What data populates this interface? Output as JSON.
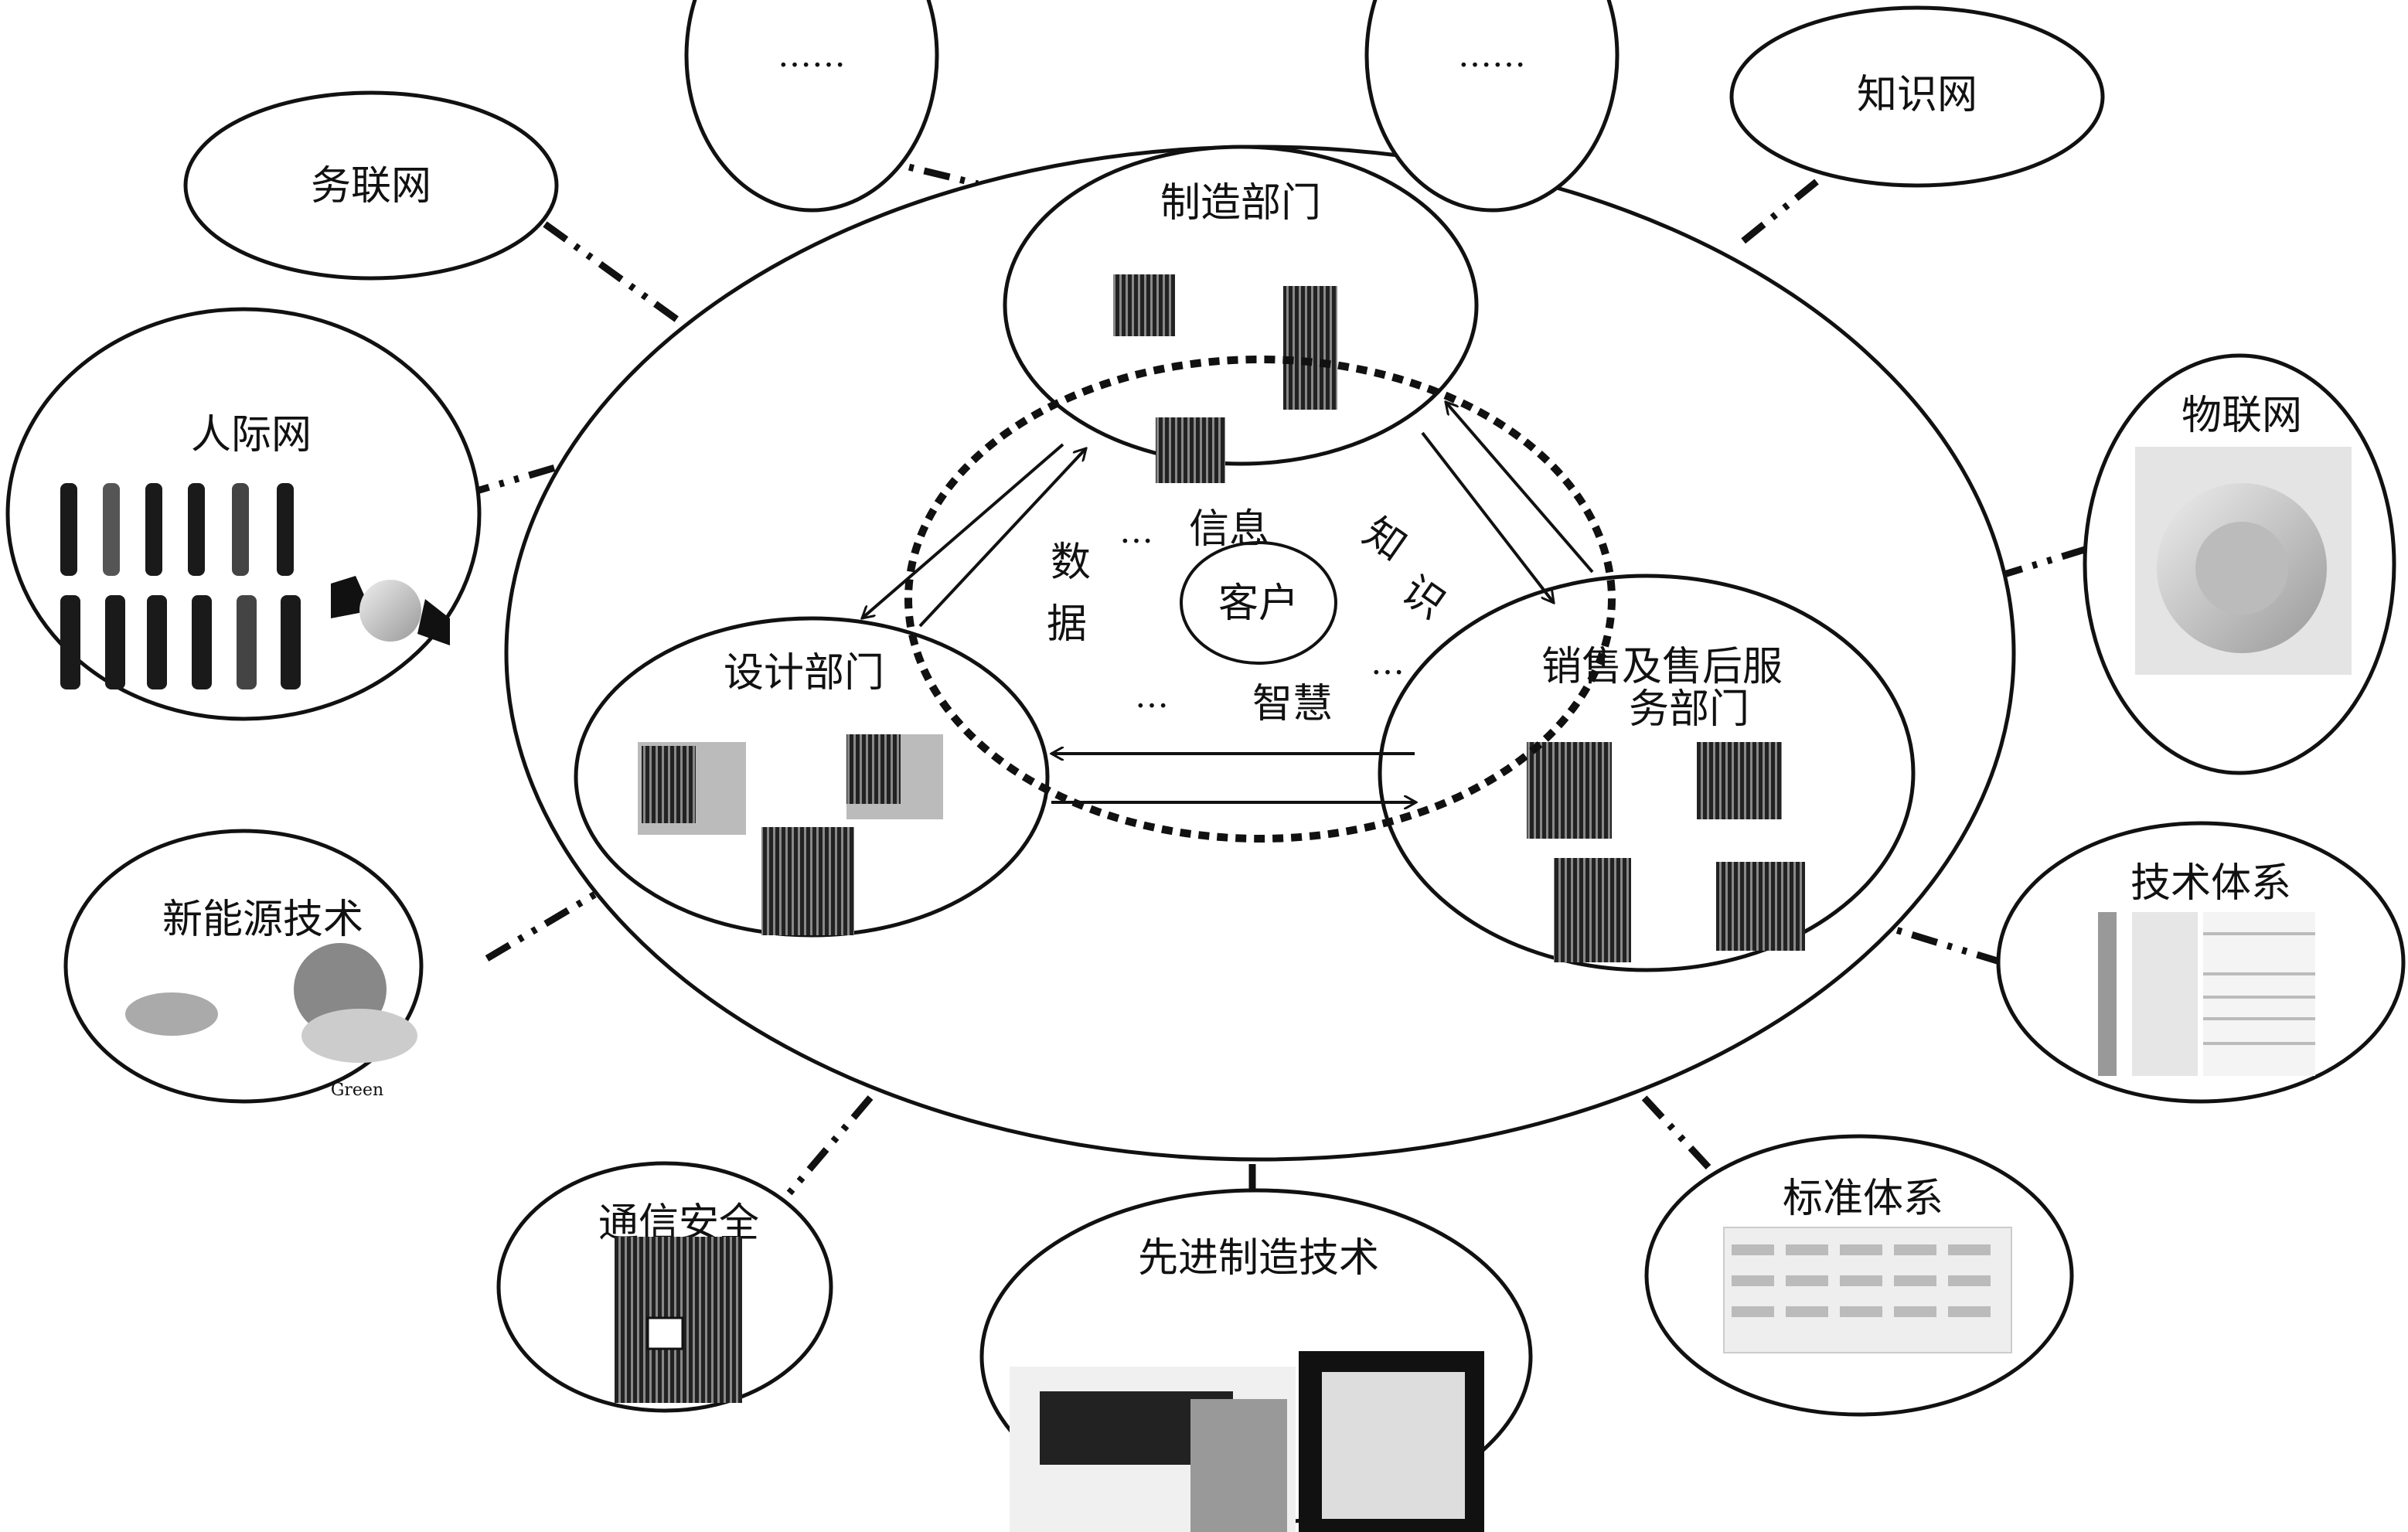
{
  "diagram": {
    "center": {
      "customer": "客户",
      "flows": {
        "data": [
          "数",
          "据"
        ],
        "information": "信息",
        "knowledge": [
          "知",
          "识"
        ],
        "wisdom": "智慧",
        "ellipsis": "…"
      }
    },
    "departments": {
      "manufacturing": "制造部门",
      "design": "设计部门",
      "sales_line1": "销售及售后服",
      "sales_line2": "务部门"
    },
    "outer_nodes": {
      "top_left_more": "……",
      "top_right_more": "……",
      "service_net": "务联网",
      "knowledge_net": "知识网",
      "social_net": "人际网",
      "iot": "物联网",
      "new_energy": "新能源技术",
      "tech_system": "技术体系",
      "comm_security": "通信安全",
      "advanced_mfg": "先进制造技术",
      "standard_system": "标准体系"
    },
    "image_captions": {
      "new_energy_logo": "Green"
    }
  }
}
